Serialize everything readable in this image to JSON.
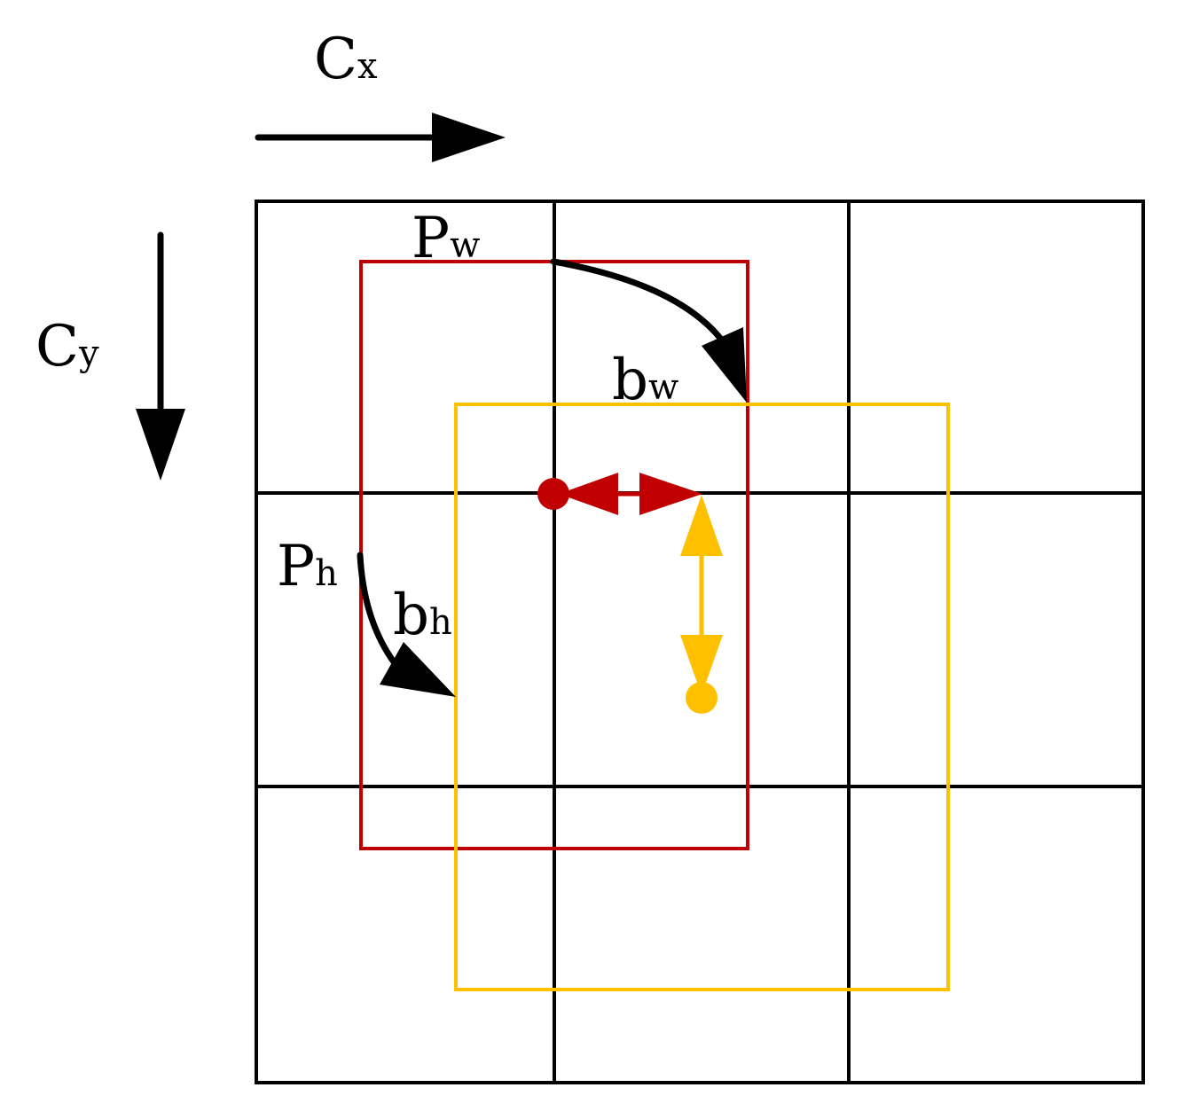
{
  "labels": {
    "cx": {
      "main": "C",
      "sub": "x"
    },
    "cy": {
      "main": "C",
      "sub": "y"
    },
    "pw": {
      "main": "P",
      "sub": "w"
    },
    "ph": {
      "main": "P",
      "sub": "h"
    },
    "bw": {
      "main": "b",
      "sub": "w"
    },
    "bh": {
      "main": "b",
      "sub": "h"
    }
  },
  "colors": {
    "grid": "#000000",
    "prior_box": "#c00000",
    "predicted_box": "#ffc000",
    "arrows": "#000000"
  }
}
